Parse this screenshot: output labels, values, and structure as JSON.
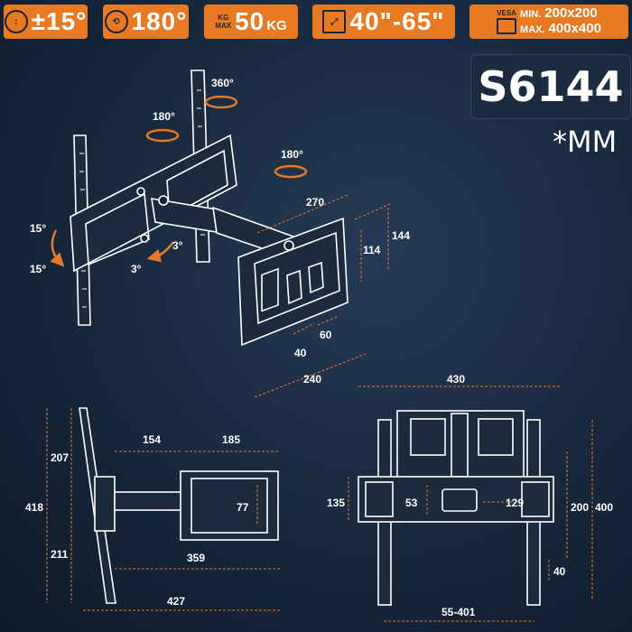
{
  "badges": [
    {
      "value": "±15°"
    },
    {
      "value": "180°"
    },
    {
      "icon_top": "KG",
      "icon_bottom": "MAX",
      "value": "50",
      "unit": "KG"
    },
    {
      "value": "40\"-65\""
    },
    {
      "icon_label": "VESA",
      "min_label": "MIN.",
      "min_value": "200x200",
      "max_label": "MAX.",
      "max_value": "400x400"
    }
  ],
  "model": "S6144",
  "unit_label": "*MM",
  "annotations": {
    "swivel_360": "360°",
    "swivel_180_top": "180°",
    "swivel_180_right": "180°",
    "tilt_15_up": "15°",
    "tilt_15_down": "15°",
    "level_3_a": "3°",
    "level_3_b": "3°"
  },
  "dimensions": {
    "d270": "270",
    "d144": "144",
    "d114": "114",
    "d60": "60",
    "d40_top": "40",
    "d240": "240",
    "d207": "207",
    "d418": "418",
    "d211": "211",
    "d154": "154",
    "d185": "185",
    "d77": "77",
    "d359": "359",
    "d427": "427",
    "d430": "430",
    "d135": "135",
    "d53": "53",
    "d129": "129",
    "d200": "200",
    "d400": "400",
    "d40_bottom": "40",
    "d55_401": "55-401"
  },
  "colors": {
    "accent": "#e97a22",
    "background": "#17283d",
    "line": "#ffffff",
    "dim_line": "#e97a22"
  }
}
